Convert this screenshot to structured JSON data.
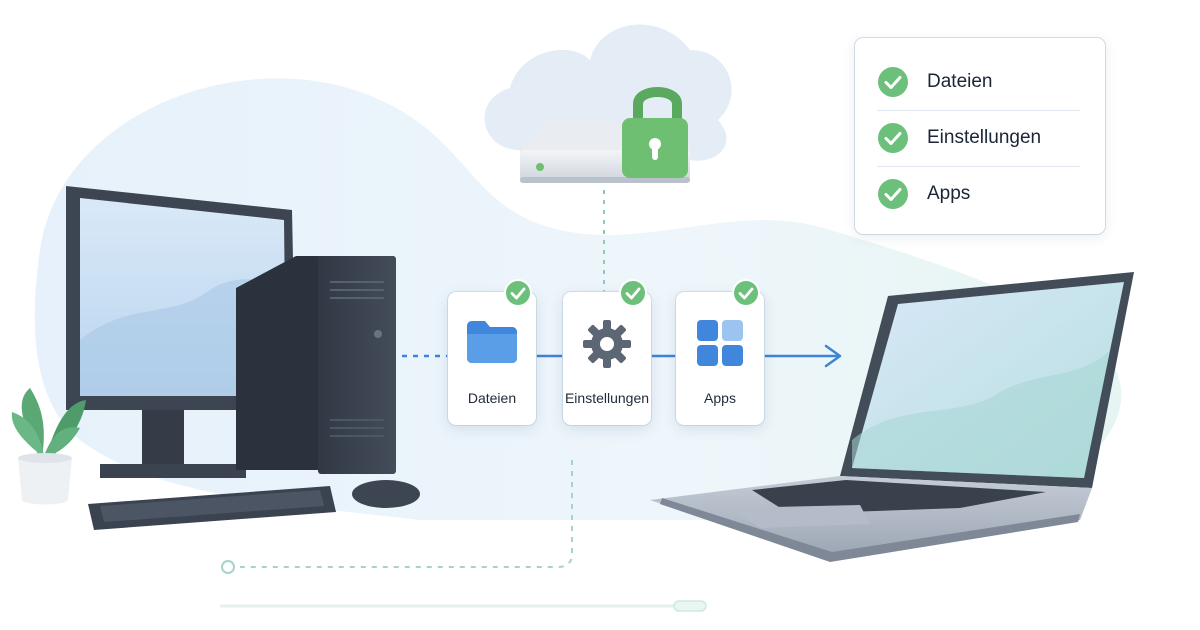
{
  "sync": {
    "cards": [
      {
        "label": "Dateien",
        "icon": "folder-icon"
      },
      {
        "label": "Einstellungen",
        "icon": "gear-icon"
      },
      {
        "label": "Apps",
        "icon": "apps-grid-icon"
      }
    ]
  },
  "checklist": {
    "items": [
      {
        "label": "Dateien",
        "icon": "check-circle-icon"
      },
      {
        "label": "Einstellungen",
        "icon": "check-circle-icon"
      },
      {
        "label": "Apps",
        "icon": "check-circle-icon"
      }
    ]
  },
  "colors": {
    "check_green": "#6cc07c",
    "lock_green": "#6fbf73",
    "flow_blue": "#3d84d6",
    "device_dark": "#3b4350",
    "screen_blue": "#cfe3f5"
  }
}
